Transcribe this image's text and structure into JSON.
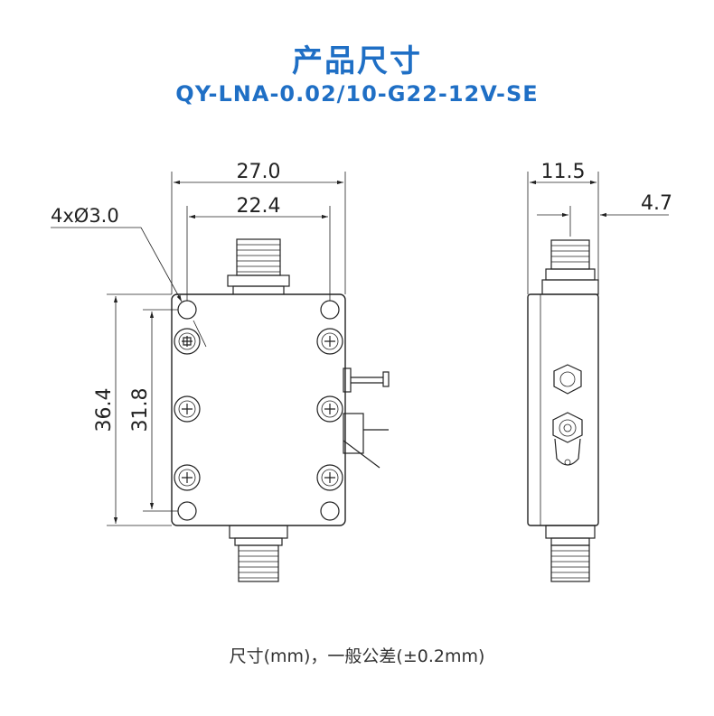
{
  "header": {
    "title": "产品尺寸",
    "model": "QY-LNA-0.02/10-G22-12V-SE"
  },
  "dimensions": {
    "width_overall": "27.0",
    "width_holes": "22.4",
    "hole_spec": "4xØ3.0",
    "height_overall": "36.4",
    "height_holes": "31.8",
    "depth_overall": "11.5",
    "depth_connector": "4.7"
  },
  "footer": {
    "note": "尺寸(mm)，一般公差(±0.2mm)"
  },
  "colors": {
    "accent": "#1f6fc5"
  }
}
